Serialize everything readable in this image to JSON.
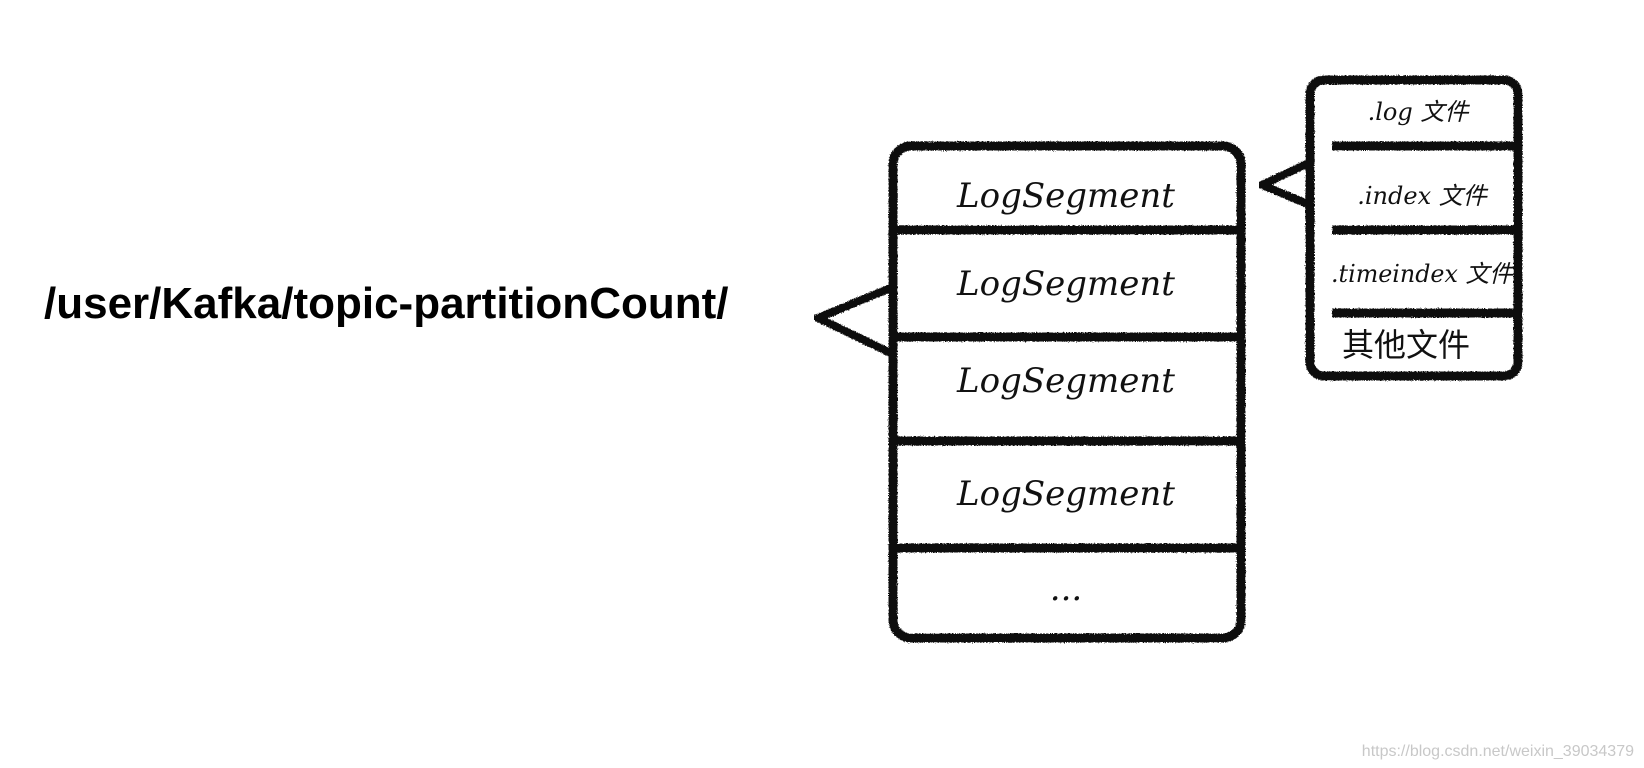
{
  "path_label": "/user/Kafka/topic-partitionCount/",
  "segments": [
    {
      "label": "LogSegment"
    },
    {
      "label": "LogSegment"
    },
    {
      "label": "LogSegment"
    },
    {
      "label": "LogSegment"
    },
    {
      "label": "..."
    }
  ],
  "segment_files": [
    {
      "label": ".log 文件"
    },
    {
      "label": ".index 文件"
    },
    {
      "label": ".timeindex 文件"
    },
    {
      "label": "其他文件"
    }
  ],
  "watermark": "https://blog.csdn.net/weixin_39034379",
  "colors": {
    "ink": "#111111",
    "background": "#ffffff",
    "watermark": "#c8c8c8"
  }
}
